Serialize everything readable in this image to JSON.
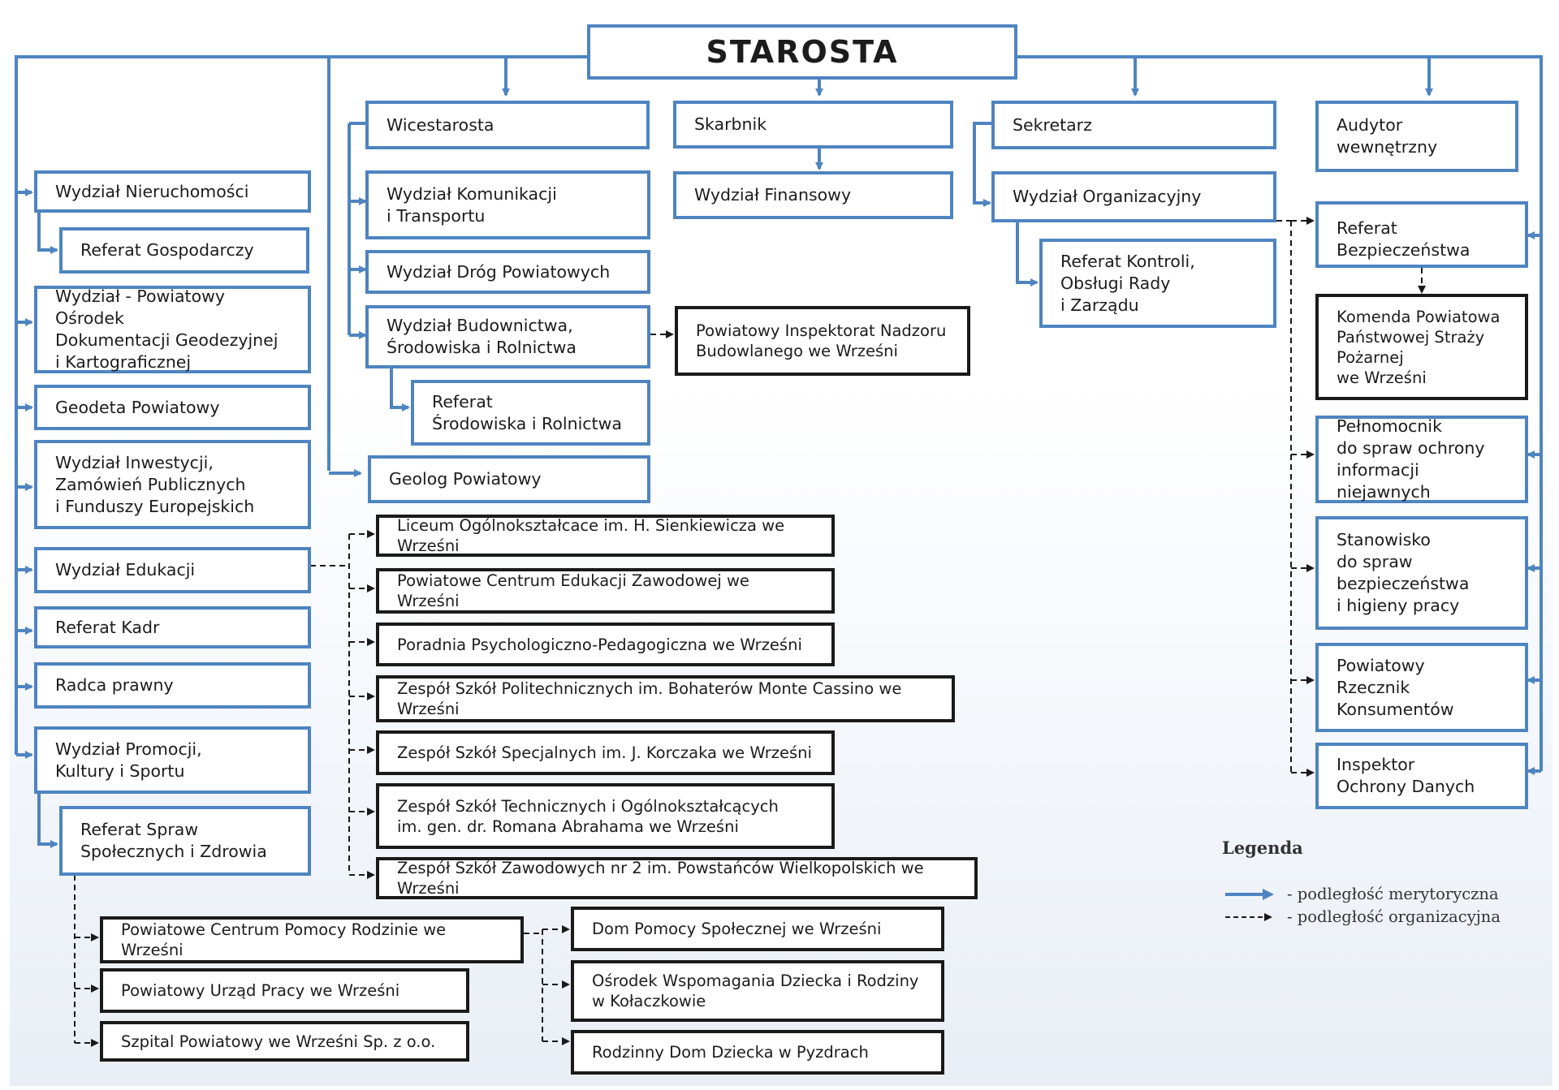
{
  "colors": {
    "substantive": "#4e84c0",
    "organizational": "#1a1a1a"
  },
  "starosta": "STAROSTA",
  "deputies": {
    "wicestarosta": "Wicestarosta",
    "skarbnik": "Skarbnik",
    "sekretarz": "Sekretarz",
    "audytor": "Audytor\nwewnętrzny"
  },
  "left_column": [
    "Wydział Nieruchomości",
    "Referat Gospodarczy",
    "Wydział - Powiatowy Ośrodek\nDokumentacji Geodezyjnej\ni Kartograficznej",
    "Geodeta Powiatowy",
    "Wydział Inwestycji,\nZamówień Publicznych\ni Funduszy Europejskich",
    "Wydział Edukacji",
    "Referat Kadr",
    "Radca prawny",
    "Wydział Promocji,\nKultury i Sportu",
    "Referat Spraw\nSpołecznych i Zdrowia"
  ],
  "wicestarosta_units": [
    "Wydział Komunikacji\ni Transportu",
    "Wydział Dróg Powiatowych",
    "Wydział Budownictwa,\nŚrodowiska i Rolnictwa",
    "Referat\nŚrodowiska i Rolnictwa",
    "Geolog Powiatowy"
  ],
  "inspektorat": "Powiatowy Inspektorat Nadzoru\nBudowlanego we Wrześni",
  "skarbnik_units": [
    "Wydział Finansowy"
  ],
  "sekretarz_units": [
    "Wydział Organizacyjny",
    "Referat Kontroli,\nObsługi Rady\ni Zarządu"
  ],
  "right_column": [
    "Referat\nBezpieczeństwa",
    "Komenda Powiatowa\nPaństwowej Straży\nPożarnej\nwe Wrześni",
    "Pełnomocnik\ndo spraw ochrony\ninformacji niejawnych",
    "Stanowisko\ndo spraw\nbezpieczeństwa\ni higieny pracy",
    "Powiatowy\nRzecznik\nKonsumentów",
    "Inspektor\nOchrony Danych"
  ],
  "schools": [
    "Liceum Ogólnokształcace im. H. Sienkiewicza we Wrześni",
    "Powiatowe Centrum Edukacji Zawodowej we Wrześni",
    "Poradnia Psychologiczno-Pedagogiczna we Wrześni",
    "Zespół Szkół Politechnicznych im. Bohaterów Monte Cassino we Wrześni",
    "Zespół Szkół Specjalnych im. J. Korczaka we Wrześni",
    "Zespół Szkół Technicznych i Ogólnokształcących\nim. gen. dr. Romana Abrahama we Wrześni",
    "Zespół Szkół Zawodowych nr 2 im. Powstańców Wielkopolskich we Wrześni"
  ],
  "social_units": [
    "Powiatowe Centrum Pomocy Rodzinie we Wrześni",
    "Powiatowy Urząd Pracy we Wrześni",
    "Szpital Powiatowy we Wrześni Sp. z o.o."
  ],
  "pcpr_units": [
    "Dom Pomocy Społecznej we Wrześni",
    "Ośrodek Wspomagania Dziecka i Rodziny\nw Kołaczkowie",
    "Rodzinny Dom Dziecka w Pyzdrach"
  ],
  "legend": {
    "title": "Legenda",
    "substantive": "- podległość merytoryczna",
    "organizational": "- podległość organizacyjna"
  }
}
